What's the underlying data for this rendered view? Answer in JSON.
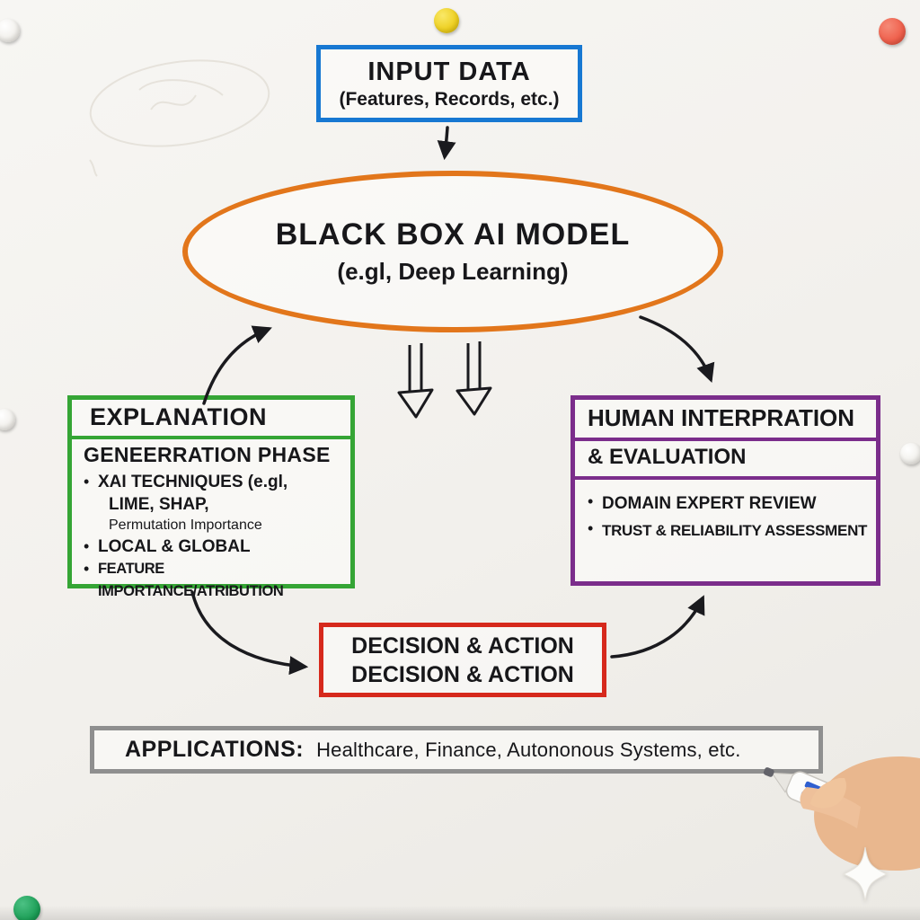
{
  "colors": {
    "blue": "#1778d2",
    "orange": "#e2761b",
    "green": "#35a535",
    "purple": "#7b2d8b",
    "red": "#d6291c",
    "gray": "#8f8f8f",
    "ink": "#17171a"
  },
  "bullet_char": "•",
  "input_box": {
    "title": "INPUT DATA",
    "subtitle": "(Features, Records, etc.)"
  },
  "model": {
    "title": "BLACK BOX AI MODEL",
    "subtitle": "(e.gl, Deep Learning)"
  },
  "explanation": {
    "title": "EXPLANATION",
    "subtitle": "GENEERRATION PHASE",
    "bullets": [
      {
        "lines": [
          "XAI TECHNIQUES (e.gl,",
          "LIME, SHAP,",
          "Permutation Importance"
        ]
      },
      {
        "lines": [
          "LOCAL & GLOBAL"
        ]
      },
      {
        "lines": [
          "FEATURE IMPORTANCE/ATRIBUTION"
        ]
      }
    ]
  },
  "human": {
    "title": "HUMAN INTERPRATION",
    "subtitle": "& EVALUATION",
    "bullets": [
      "DOMAIN EXPERT REVIEW",
      "TRUST & RELIABILITY ASSESSMENT"
    ]
  },
  "decision": {
    "line1": "DECISION & ACTION",
    "line2": "DECISION & ACTION"
  },
  "applications": {
    "label": "APPLICATIONS:",
    "text": "Healthcare, Finance, Autononous Systems, etc."
  },
  "decorations": {
    "magnets": [
      "magnet-white-top-left",
      "magnet-yellow-top",
      "magnet-red-top-right",
      "magnet-white-left",
      "magnet-white-right",
      "magnet-green-bottom-left"
    ],
    "extras": [
      "faint-scribble",
      "hand-holding-marker",
      "sparkle"
    ]
  }
}
